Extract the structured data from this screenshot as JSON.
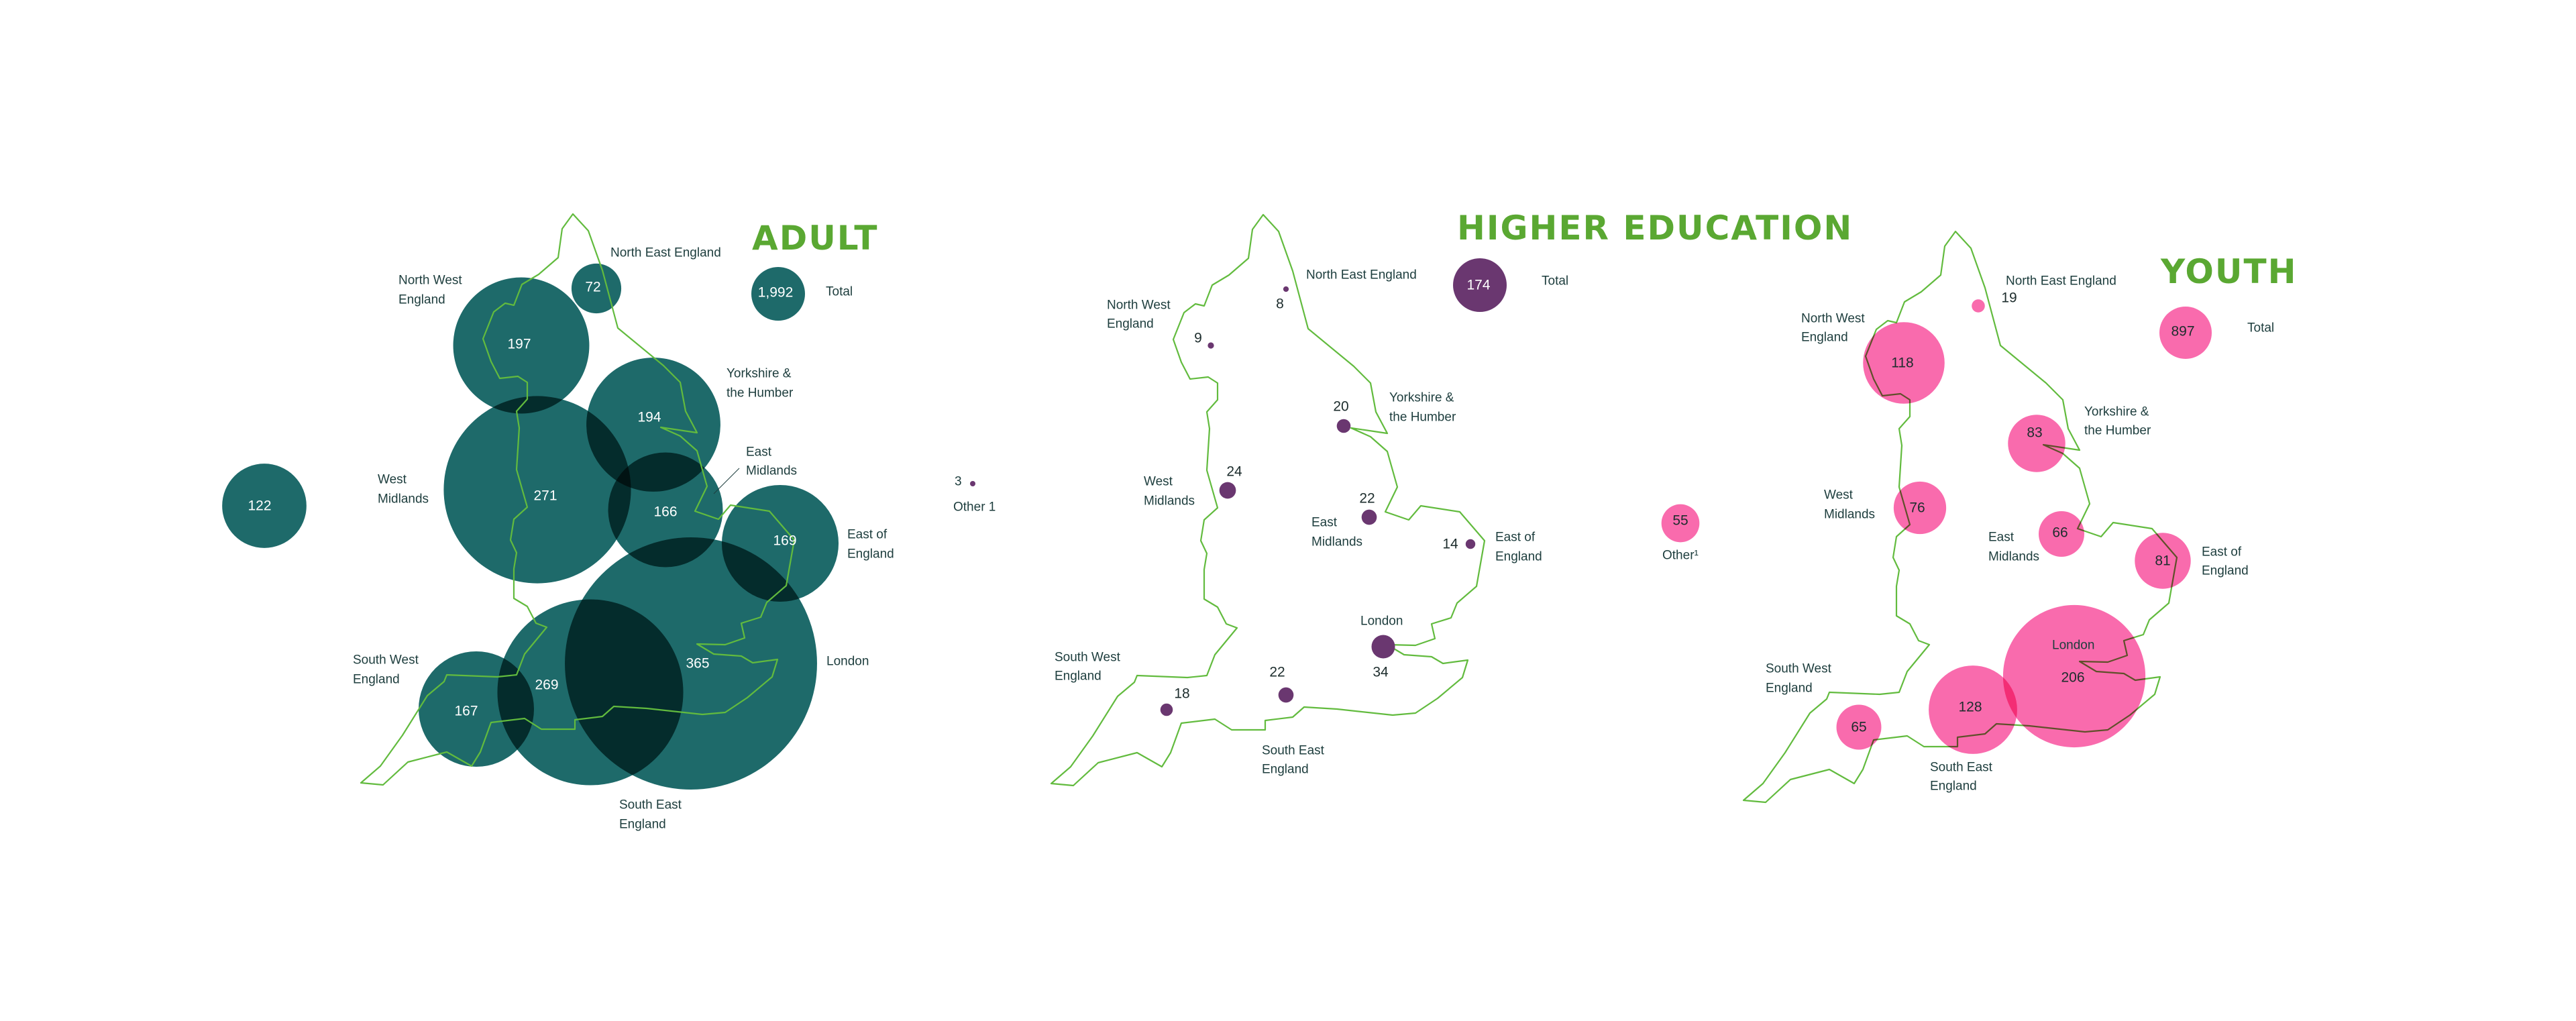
{
  "colors": {
    "adult": "#1e6a6a",
    "higher_education": "#6a3770",
    "youth": "#f96bad",
    "map_outline": "#62bb3e",
    "title": "#5aa832"
  },
  "chart_data": [
    {
      "type": "bubble-map",
      "title": "ADULT",
      "total": {
        "value": "1,992",
        "label": "Total"
      },
      "unlabeled_value": 122,
      "regions": [
        {
          "line1": "North East England",
          "line2": "",
          "value": 72
        },
        {
          "line1": "North West",
          "line2": "England",
          "value": 197
        },
        {
          "line1": "Yorkshire &",
          "line2": "the Humber",
          "value": 194
        },
        {
          "line1": "West",
          "line2": "Midlands",
          "value": 271
        },
        {
          "line1": "East",
          "line2": "Midlands",
          "value": 166
        },
        {
          "line1": "East of",
          "line2": "England",
          "value": 169
        },
        {
          "line1": "London",
          "line2": "",
          "value": 365
        },
        {
          "line1": "South West",
          "line2": "England",
          "value": 167
        },
        {
          "line1": "South East",
          "line2": "England",
          "value": 269
        }
      ]
    },
    {
      "type": "bubble-map",
      "title": "HIGHER EDUCATION",
      "total": {
        "value": "174",
        "label": "Total"
      },
      "other": {
        "value": 3,
        "label": "Other 1"
      },
      "regions": [
        {
          "line1": "North East England",
          "line2": "",
          "value": 8
        },
        {
          "line1": "North West",
          "line2": "England",
          "value": 9
        },
        {
          "line1": "Yorkshire &",
          "line2": "the Humber",
          "value": 20
        },
        {
          "line1": "West",
          "line2": "Midlands",
          "value": 24
        },
        {
          "line1": "East",
          "line2": "Midlands",
          "value": 22
        },
        {
          "line1": "East of",
          "line2": "England",
          "value": 14
        },
        {
          "line1": "London",
          "line2": "",
          "value": 34
        },
        {
          "line1": "South West",
          "line2": "England",
          "value": 18
        },
        {
          "line1": "South East",
          "line2": "England",
          "value": 22
        }
      ]
    },
    {
      "type": "bubble-map",
      "title": "YOUTH",
      "total": {
        "value": "897",
        "label": "Total"
      },
      "other": {
        "value": 55,
        "label": "Other¹"
      },
      "regions": [
        {
          "line1": "North East England",
          "line2": "",
          "value": 19
        },
        {
          "line1": "North West",
          "line2": "England",
          "value": 118
        },
        {
          "line1": "Yorkshire &",
          "line2": "the Humber",
          "value": 83
        },
        {
          "line1": "West",
          "line2": "Midlands",
          "value": 76
        },
        {
          "line1": "East",
          "line2": "Midlands",
          "value": 66
        },
        {
          "line1": "East of",
          "line2": "England",
          "value": 81
        },
        {
          "line1": "London",
          "line2": "",
          "value": 206
        },
        {
          "line1": "South West",
          "line2": "England",
          "value": 65
        },
        {
          "line1": "South East",
          "line2": "England",
          "value": 128
        }
      ]
    }
  ]
}
